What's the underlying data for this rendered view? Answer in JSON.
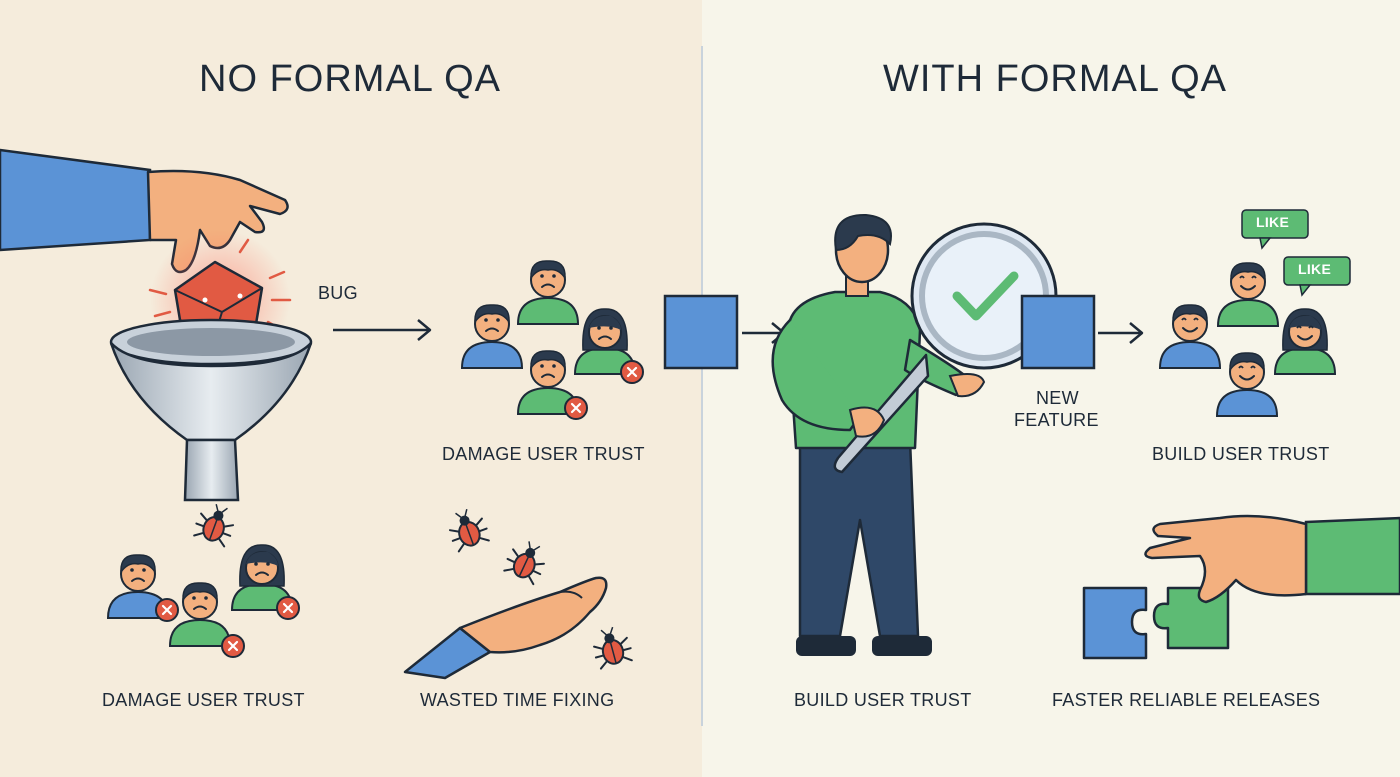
{
  "left": {
    "title": "NO FORMAL QA",
    "bug_label": "BUG",
    "top_caption": "DAMAGE USER TRUST",
    "bottom_left_caption": "DAMAGE USER TRUST",
    "bottom_right_caption": "WASTED TIME FIXING"
  },
  "right": {
    "title": "WITH FORMAL QA",
    "feature_label_line1": "NEW",
    "feature_label_line2": "FEATURE",
    "like_label": "LIKE",
    "top_caption": "BUILD USER TRUST",
    "bottom_left_caption": "BUILD USER TRUST",
    "bottom_right_caption": "FASTER RELIABLE RELEASES"
  },
  "colors": {
    "left_bg": "#f5ecdc",
    "right_bg": "#f7f5ea",
    "blue": "#5b93d6",
    "green": "#5dbb74",
    "red": "#e15a43",
    "skin": "#f3b07f",
    "ink": "#1e2a38"
  }
}
